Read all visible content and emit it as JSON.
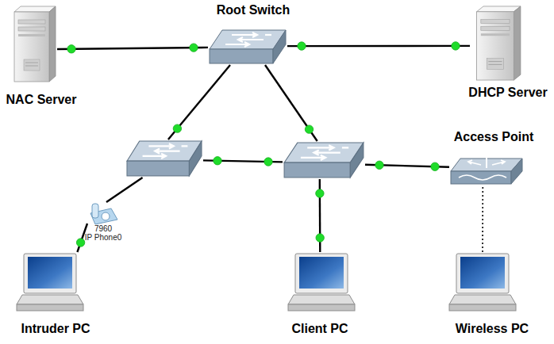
{
  "diagram": {
    "nodes": [
      {
        "text": [
          "Root Switch"
        ]
      },
      {
        "text": [
          "NAC Server"
        ]
      },
      {
        "text": [
          "DHCP Server"
        ]
      },
      {
        "text": []
      },
      {
        "text": []
      },
      {
        "text": [
          "Access Point"
        ]
      },
      {
        "text": [
          "7960",
          "IP Phone0"
        ]
      },
      {
        "text": [
          "Intruder PC"
        ]
      },
      {
        "text": [
          "Client PC"
        ]
      },
      {
        "text": [
          "Wireless PC"
        ]
      }
    ],
    "edges": [
      {
        "from": 1,
        "to": 0,
        "arrow": "none"
      },
      {
        "from": 0,
        "to": 2,
        "arrow": "none"
      },
      {
        "from": 0,
        "to": 3,
        "arrow": "none"
      },
      {
        "from": 0,
        "to": 4,
        "arrow": "none"
      },
      {
        "from": 3,
        "to": 4,
        "arrow": "none"
      },
      {
        "from": 4,
        "to": 5,
        "arrow": "none"
      },
      {
        "from": 4,
        "to": 8,
        "arrow": "none"
      },
      {
        "from": 5,
        "to": 9,
        "arrow": "none"
      },
      {
        "from": 3,
        "to": 6,
        "arrow": "none"
      },
      {
        "from": 6,
        "to": 7,
        "arrow": "none"
      }
    ]
  }
}
